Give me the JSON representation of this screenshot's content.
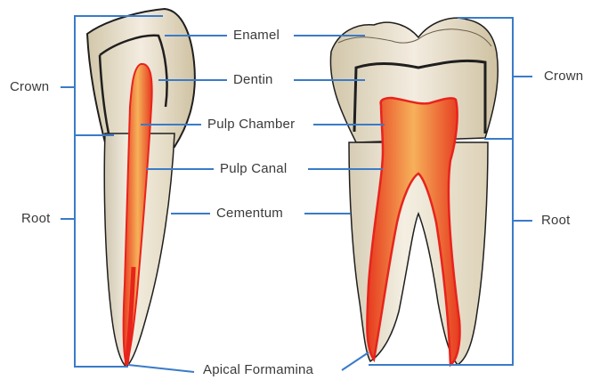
{
  "labels": {
    "enamel": "Enamel",
    "dentin": "Dentin",
    "pulp_chamber": "Pulp Chamber",
    "pulp_canal": "Pulp Canal",
    "cementum": "Cementum",
    "apical_foramina": "Apical Formamina",
    "crown_left": "Crown",
    "root_left": "Root",
    "crown_right": "Crown",
    "root_right": "Root"
  },
  "colors": {
    "leader_line": "#3a7bc8",
    "bracket": "#3a7bc8",
    "enamel": "#ece4d2",
    "dentin": "#e6dcc4",
    "outline": "#1f1f1f",
    "pulp": "#e8231c",
    "pulp_inner": "#f0a24a",
    "root_shade": "#f1ebdc",
    "text": "#3a3a3a"
  }
}
